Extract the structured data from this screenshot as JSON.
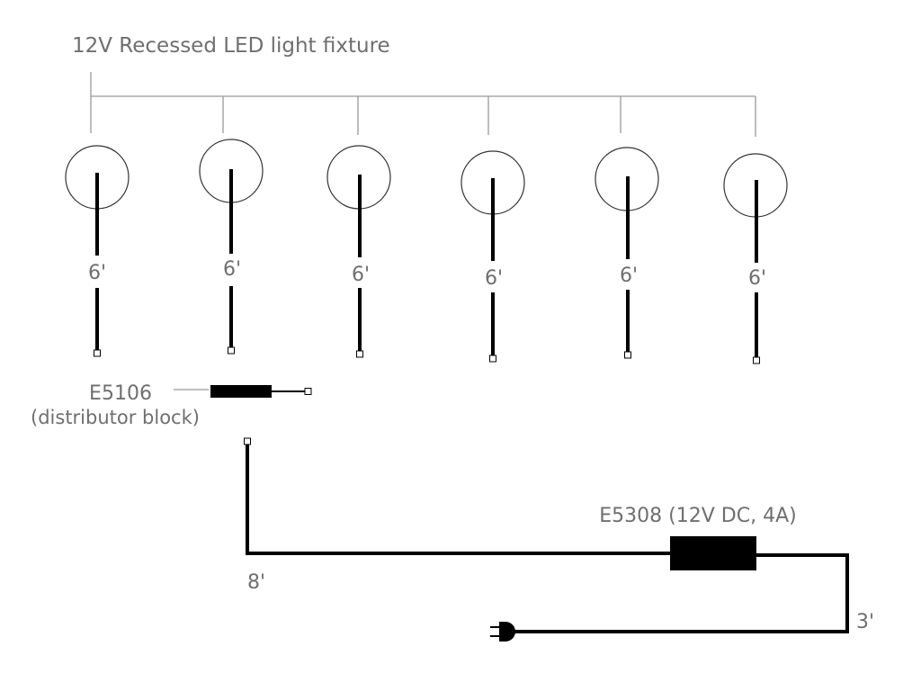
{
  "title": "12V Recessed LED  light fixture",
  "fixtures": [
    {
      "cable_length": "6'"
    },
    {
      "cable_length": "6'"
    },
    {
      "cable_length": "6'"
    },
    {
      "cable_length": "6'"
    },
    {
      "cable_length": "6'"
    },
    {
      "cable_length": "6'"
    }
  ],
  "distributor": {
    "part": "E5106",
    "description": "(distributor block)"
  },
  "power_supply": {
    "part": "E5308 (12V DC, 4A)"
  },
  "main_cable_length": "8'",
  "plug_cable_length": "3'",
  "colors": {
    "text": "#6f6f6f",
    "leader": "#999999",
    "cable": "#000000"
  }
}
